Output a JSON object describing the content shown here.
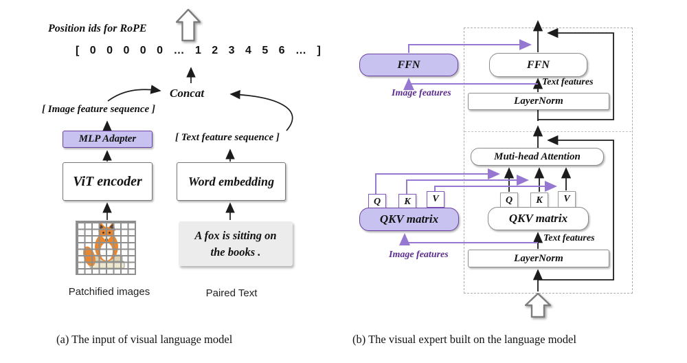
{
  "figure": {
    "caption_a": "(a) The input of visual language model",
    "caption_b": "(b) The visual expert built on the language model"
  },
  "panel_a": {
    "position_ids_label": "Position ids for RoPE",
    "position_ids_sequence": "[ 0 0 0 0 0 … 1 2 3 4 5 6 … ]",
    "concat_label": "Concat",
    "image_sequence_label": "[ Image feature sequence ]",
    "text_sequence_label": "[ Text  feature sequence ]",
    "mlp_adapter_label": "MLP Adapter",
    "vit_encoder_label": "ViT encoder",
    "word_embedding_label": "Word embedding",
    "sample_text": "A fox is sitting on the books .",
    "patchified_images_label": "Patchified images",
    "paired_text_label": "Paired Text"
  },
  "panel_b": {
    "ffn_visual_label": "FFN",
    "ffn_text_label": "FFN",
    "layernorm_top_label": "LayerNorm",
    "layernorm_bottom_label": "LayerNorm",
    "attention_label": "Muti-head Attention",
    "qkv_visual_label": "QKV matrix",
    "qkv_text_label": "QKV matrix",
    "qkv_heads": [
      "Q",
      "K",
      "V"
    ],
    "text_features_top_label": "Text features",
    "text_features_bottom_label": "Text features",
    "image_features_top_label": "Image features",
    "image_features_bottom_label": "Image features"
  },
  "colors": {
    "purple_fill": "#c7c2ef",
    "purple_border": "#6b3fa5",
    "purple_arrow": "#9678d2",
    "purple_text": "#5c2d91",
    "box_border": "#8a8a8a",
    "line_black": "#1c1c1c",
    "dashed_border": "#ababab",
    "text_box_bg": "#ececec"
  }
}
